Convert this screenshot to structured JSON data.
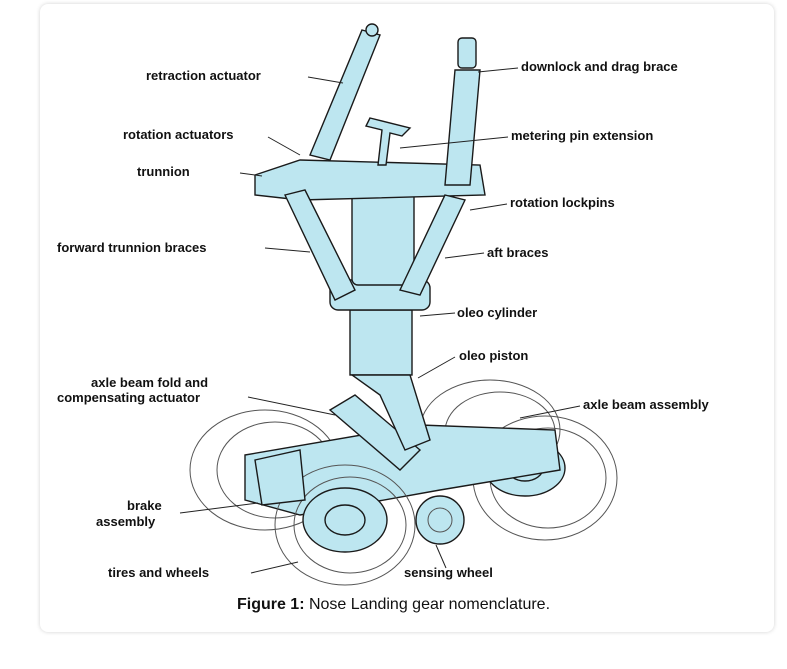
{
  "labels": {
    "retraction_actuator": "retraction actuator",
    "rotation_actuators": "rotation actuators",
    "trunnion": "trunnion",
    "forward_trunnion_braces": "forward trunnion braces",
    "downlock_drag_brace": "downlock and drag brace",
    "metering_pin_extension": "metering pin extension",
    "rotation_lockpins": "rotation lockpins",
    "aft_braces": "aft braces",
    "oleo_cylinder": "oleo cylinder",
    "oleo_piston": "oleo piston",
    "axle_beam_fold_1": "axle beam fold and",
    "axle_beam_fold_2": "compensating actuator",
    "axle_beam_assembly": "axle beam assembly",
    "brake_assembly_1": "brake",
    "brake_assembly_2": "assembly",
    "tires_and_wheels": "tires and wheels",
    "sensing_wheel": "sensing wheel"
  },
  "caption": {
    "prefix": "Figure 1:",
    "text": " Nose Landing gear nomenclature."
  },
  "colors": {
    "part_fill": "#bde6f0",
    "outline": "#1a1a1a"
  }
}
